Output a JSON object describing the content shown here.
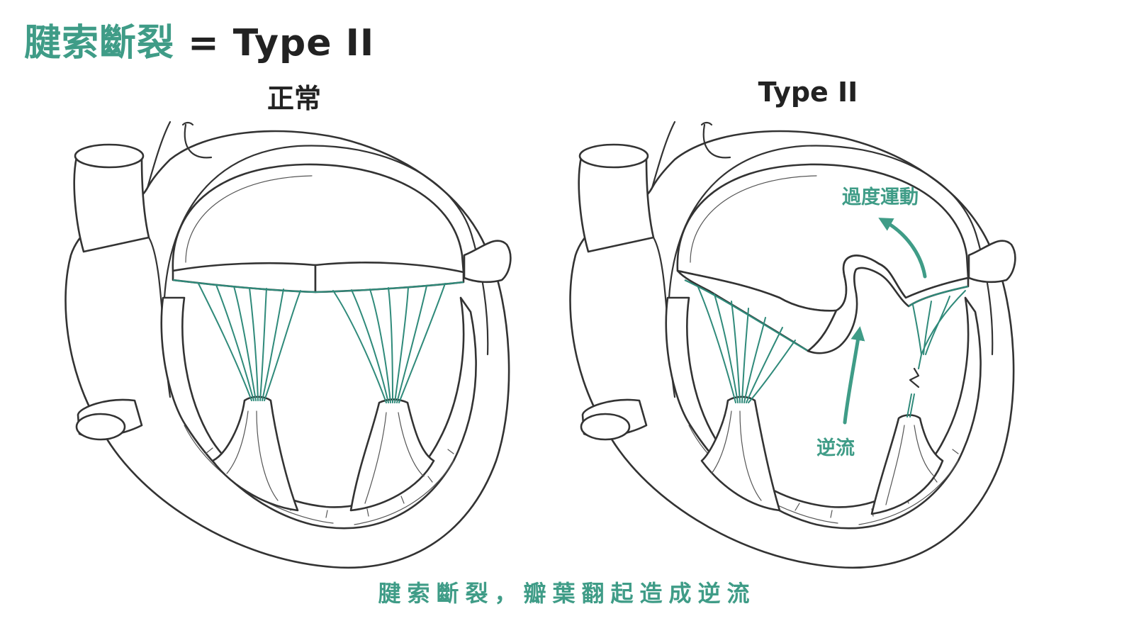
{
  "title": {
    "accent": "腱索斷裂",
    "rest": " = Type II"
  },
  "panels": {
    "left_label": "正常",
    "right_label": "Type II"
  },
  "annotations": {
    "excess_motion": "過度運動",
    "regurgitation": "逆流"
  },
  "caption": "腱索斷裂，瓣葉翻起造成逆流",
  "colors": {
    "accent": "#3f9c87",
    "chordae": "#2f8a7a",
    "outline": "#333333"
  }
}
